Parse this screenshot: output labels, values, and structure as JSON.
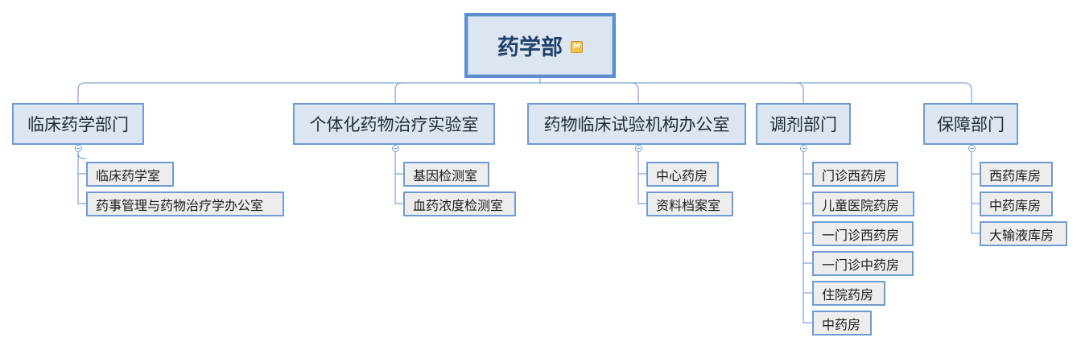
{
  "root": {
    "label": "药学部",
    "marker": "M"
  },
  "departments": [
    {
      "label": "临床药学部门",
      "children": [
        "临床药学室",
        "药事管理与药物治疗学办公室"
      ]
    },
    {
      "label": "个体化药物治疗实验室",
      "children": [
        "基因检测室",
        "血药浓度检测室"
      ]
    },
    {
      "label": "药物临床试验机构办公室",
      "children": [
        "中心药房",
        "资料档案室"
      ]
    },
    {
      "label": "调剂部门",
      "children": [
        "门诊西药房",
        "儿童医院药房",
        "一门诊西药房",
        "一门诊中药房",
        "住院药房",
        "中药房"
      ]
    },
    {
      "label": "保障部门",
      "children": [
        "西药库房",
        "中药库房",
        "大输液库房"
      ]
    }
  ],
  "colors": {
    "line": "#7fa3d4",
    "dept_bg": "#dce6f2",
    "leaf_bg": "#ededed",
    "border": "#5b8fd0"
  }
}
